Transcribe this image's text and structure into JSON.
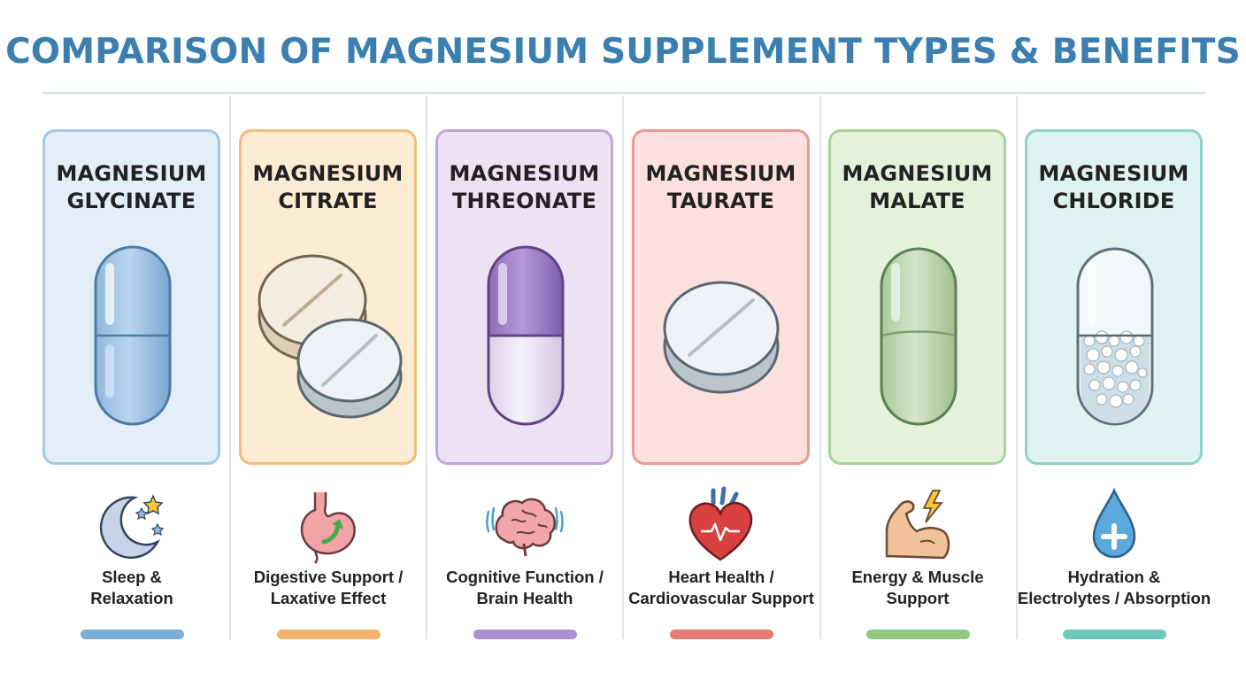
{
  "title": "COMPARISON OF MAGNESIUM SUPPLEMENT TYPES & BENEFITS",
  "colors": {
    "title": "#3a7fb0",
    "accents": [
      "#7aaed6",
      "#f0b46a",
      "#ae8fcf",
      "#e47c72",
      "#90c97e",
      "#6fc7bb"
    ]
  },
  "supplements": [
    {
      "name_line1": "MAGNESIUM",
      "name_line2": "GLYCINATE",
      "form": "capsule",
      "benefit_icon": "moon-stars-icon",
      "benefit_line1": "Sleep &",
      "benefit_line2": "Relaxation"
    },
    {
      "name_line1": "MAGNESIUM",
      "name_line2": "CITRATE",
      "form": "two-tablets",
      "benefit_icon": "stomach-icon",
      "benefit_line1": "Digestive Support /",
      "benefit_line2": "Laxative Effect"
    },
    {
      "name_line1": "MAGNESIUM",
      "name_line2": "THREONATE",
      "form": "capsule",
      "benefit_icon": "brain-icon",
      "benefit_line1": "Cognitive Function /",
      "benefit_line2": "Brain Health"
    },
    {
      "name_line1": "MAGNESIUM",
      "name_line2": "TAURATE",
      "form": "tablet",
      "benefit_icon": "heart-icon",
      "benefit_line1": "Heart Health /",
      "benefit_line2": "Cardiovascular Support"
    },
    {
      "name_line1": "MAGNESIUM",
      "name_line2": "MALATE",
      "form": "softgel",
      "benefit_icon": "flexed-arm-icon",
      "benefit_line1": "Energy & Muscle",
      "benefit_line2": "Support"
    },
    {
      "name_line1": "MAGNESIUM",
      "name_line2": "CHLORIDE",
      "form": "clear-capsule",
      "benefit_icon": "water-drop-icon",
      "benefit_line1": "Hydration &",
      "benefit_line2": "Electrolytes / Absorption"
    }
  ]
}
